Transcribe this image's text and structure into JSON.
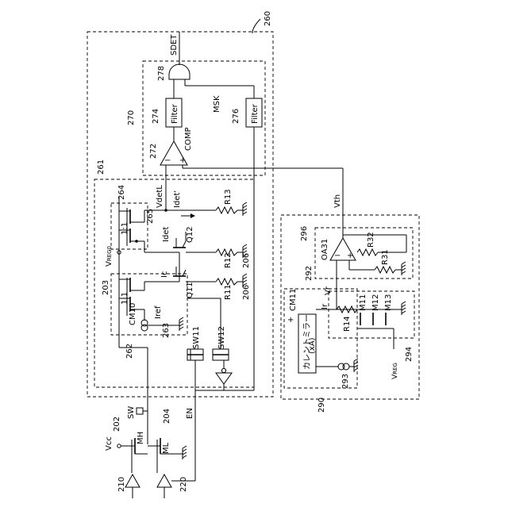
{
  "labels": {
    "n260": "260",
    "n261": "261",
    "n262": "262",
    "n263": "263",
    "n264": "264",
    "n265": "265",
    "n270": "270",
    "n272": "272",
    "n274": "274",
    "n276": "276",
    "n278": "278",
    "n290": "290",
    "n292": "292",
    "n293": "293",
    "n294": "294",
    "n296": "296",
    "n202": "202",
    "n203": "203",
    "n204": "204",
    "n206a": "206",
    "n206b": "206",
    "n210": "210",
    "n220": "220",
    "sdet": "SDET",
    "msk": "MSK",
    "comp": "COMP",
    "filter": "Filter",
    "vdetl": "VdetL",
    "idet_prime": "Idet'",
    "idet": "Idet",
    "ic": "Ic",
    "iref": "Iref",
    "vreg0": "V",
    "vreg0_sub": "REG0",
    "vreg": "V",
    "vreg_sub": "REG",
    "vcc": "Vcc",
    "vth": "Vth",
    "vr": "Vr",
    "ir": "Ir",
    "r11": "R11",
    "r12": "R12",
    "r13": "R13",
    "r14": "R14",
    "r31": "R31",
    "r32": "R32",
    "q11": "Q11",
    "q12": "Q12",
    "cm10": "CM10",
    "cm11": "CM11",
    "sw11": "SW11",
    "sw12": "SW12",
    "sw": "SW",
    "mh": "MH",
    "ml": "ML",
    "en": "EN",
    "m11": "M11",
    "m12": "M12",
    "m13": "M13",
    "oa31": "OA31",
    "ratio": "1:1",
    "current_mirror": "カレントミラー",
    "xa": "(xA)",
    "plus": "+",
    "minus": "−"
  }
}
